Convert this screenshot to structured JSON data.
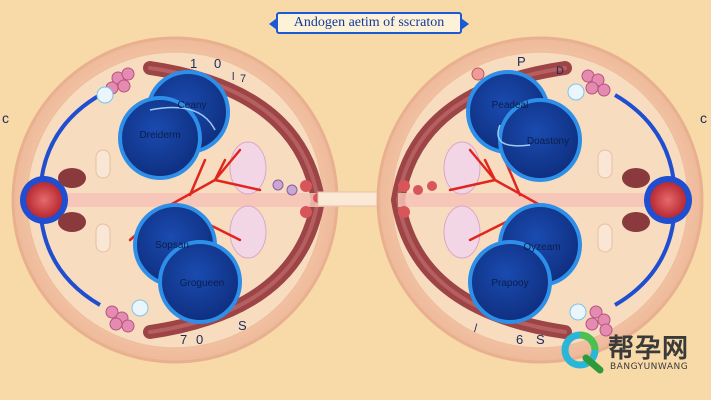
{
  "title": "Andogen aetim of sscraton",
  "edge_letters": {
    "left": "c",
    "right": "c"
  },
  "left_panel": {
    "top_numerals": [
      "1",
      "0"
    ],
    "top_small": "l",
    "side_mark": "7",
    "bottom_numerals": [
      "7",
      "0"
    ],
    "bottom_letter": "S",
    "labels": {
      "top_upper": "Ceany",
      "top_lower": "Dreiderm",
      "bottom_upper": "Sopsan",
      "bottom_lower": "Grogueen"
    }
  },
  "right_panel": {
    "top_letter": "P",
    "top_mark": "D",
    "bottom_letter_left": "/",
    "bottom_numeral": "6",
    "bottom_letter": "S",
    "labels": {
      "top_upper": "Peadeal",
      "top_lower": "Doastony",
      "bottom_upper": "Oyzeam",
      "bottom_lower": "Prapooy"
    }
  },
  "watermark": {
    "chinese": "帮孕网",
    "latin": "BANGYUNWANG"
  },
  "colors": {
    "background": "#f8d9a8",
    "ring_outer": "#f2c9a4",
    "ring_inner": "#f6d5b5",
    "band": "#a0484a",
    "blue_line": "#1f4fd0",
    "bubble_fill": "#143b8e",
    "bubble_rim": "#2d8fe8",
    "vein": "#e0261e",
    "node": "#c9333a"
  }
}
